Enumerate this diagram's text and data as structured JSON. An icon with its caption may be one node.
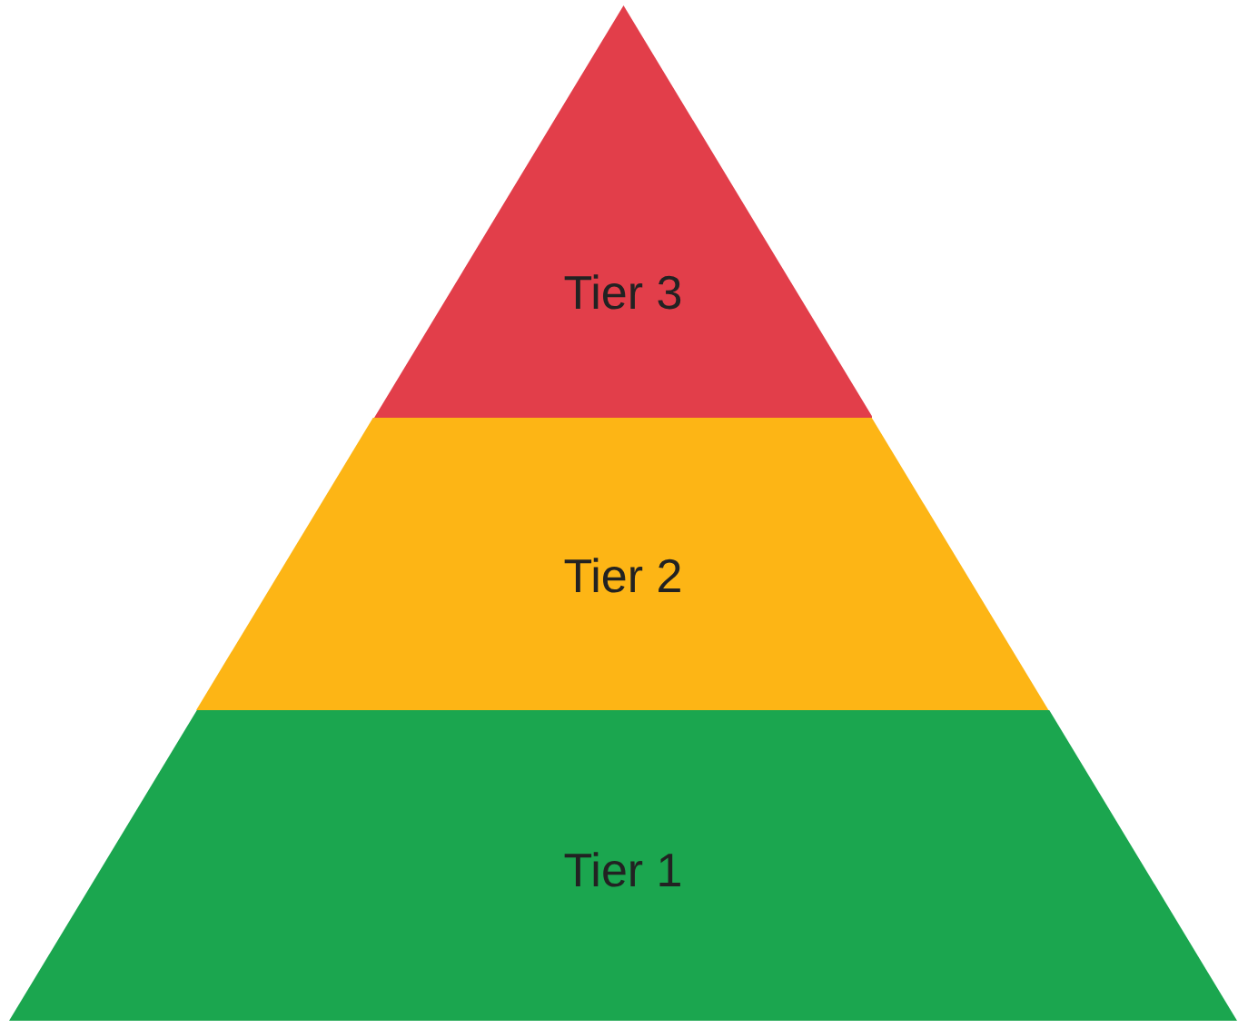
{
  "diagram": {
    "nodes": [
      {
        "text": [
          "Tier 3"
        ]
      },
      {
        "text": [
          "Tier 2"
        ]
      },
      {
        "text": [
          "Tier 1"
        ]
      }
    ]
  }
}
